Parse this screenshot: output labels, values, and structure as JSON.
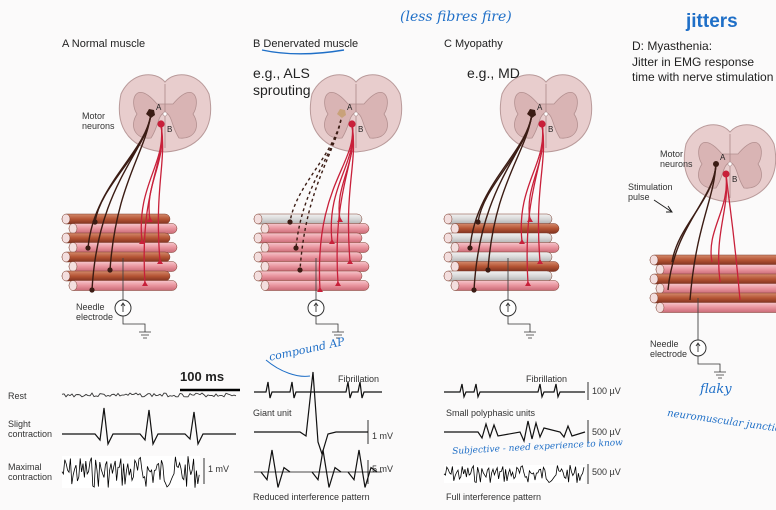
{
  "panels": {
    "a": {
      "title": "A  Normal muscle"
    },
    "b": {
      "title": "B  Denervated muscle",
      "example": "e.g., ALS",
      "example2": "sprouting"
    },
    "c": {
      "title": "C  Myopathy",
      "example": "e.g., MD"
    },
    "d": {
      "title": "D: Myasthenia:",
      "subtitle": "Jitter in EMG response time with nerve stimulation"
    }
  },
  "labels": {
    "motor_neurons": "Motor neurons",
    "needle_electrode": "Needle electrode",
    "stimulation_pulse": "Stimulation pulse",
    "neuron_a": "A",
    "neuron_b": "B"
  },
  "emg": {
    "timescale": "100 ms",
    "rows": {
      "rest": "Rest",
      "slight": "Slight contraction",
      "maximal": "Maximal contraction"
    },
    "scale_a": "1 mV",
    "fibrillation": "Fibrillation",
    "giant_unit": "Giant unit",
    "scale_b1": "1 mV",
    "scale_b2": "5 mV",
    "reduced": "Reduced interference pattern",
    "scale_c1": "100 µV",
    "small_polyphasic": "Small polyphasic units",
    "scale_c2": "500 µV",
    "scale_c3": "500 µV",
    "full": "Full interference pattern"
  },
  "annotations": {
    "less_fibres": "(less fibres fire)",
    "jitters": "jitters",
    "compound_ap": "compound AP",
    "subjective": "Subjective - need experience to know",
    "flaky": "flaky",
    "nmj": "neuromuscular junctions"
  },
  "colors": {
    "motor_a": "#3b1c14",
    "motor_b": "#c8203a",
    "fiber": "#b95a3c",
    "fiber_pink": "#e99aa4",
    "cord": "#e8cdcd",
    "annotation": "#1f6fc7"
  }
}
